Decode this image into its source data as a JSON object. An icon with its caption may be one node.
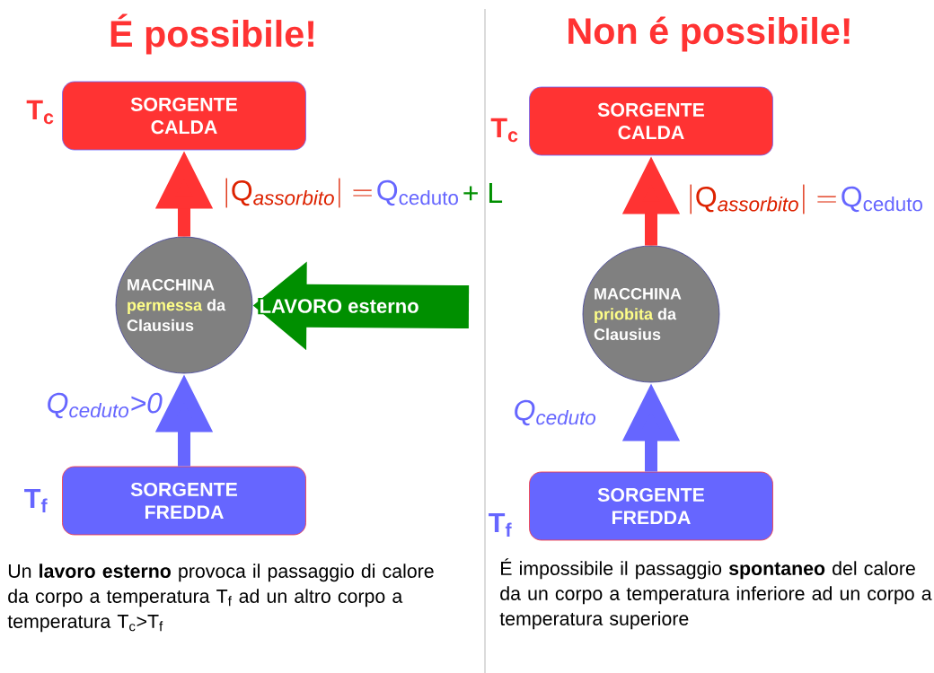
{
  "diagram": {
    "nodes": [
      {
        "text": [
          "SORGENTE CALDA"
        ],
        "beside": [
          "T$_{c}$"
        ]
      },
      {
        "text": [
          "MACCHINA",
          "permessa",
          "da Clausius"
        ]
      },
      {
        "text": [
          "SORGENTE FREDDA"
        ],
        "beside": [
          "T$_{f}$"
        ]
      },
      {
        "text": [
          "SORGENTE CALDA"
        ],
        "beside": [
          "T$_{c}$"
        ]
      },
      {
        "text": [
          "MACCHINA",
          "priobita",
          "da Clausius"
        ]
      },
      {
        "text": [
          "SORGENTE FREDDA"
        ],
        "beside": [
          "T$_{f}$"
        ]
      }
    ],
    "edges": [
      {
        "from": 1,
        "to": 0,
        "arrow": "to",
        "color": "#ff3333"
      },
      {
        "from": 2,
        "to": 1,
        "arrow": "to",
        "color": "#6666ff"
      },
      {
        "from": null,
        "to": 1,
        "arrow": "to",
        "color": "#008f00",
        "label": "LAVORO esterno",
        "style": "thick"
      },
      {
        "from": 4,
        "to": 3,
        "arrow": "to",
        "color": "#ff3333"
      },
      {
        "from": 5,
        "to": 4,
        "arrow": "to",
        "color": "#6666ff"
      }
    ],
    "labels": [
      "É possibile!",
      "Non é possibile!",
      "|\\mathrm{Q}_{\\mathit{assorbito}}|=",
      "Q$_{ceduto}$",
      "+ L",
      "Q$_{ceduto}$>0",
      "Un **lavoro esterno** provoca il passaggio di calore da corpo a temperatura T$_{f}$ ad un altro corpo a temperatura T$_{c}$>T$_{f}$",
      "|\\mathrm{Q}_{\\mathit{assorbito}}|=",
      "Q$_{ceduto}$",
      "Q$_{ceduto}$",
      "É impossibile il passaggio **spontaneo** del calore da un corpo a temperatura inferiore ad un corpo a temperatura superiore"
    ]
  }
}
